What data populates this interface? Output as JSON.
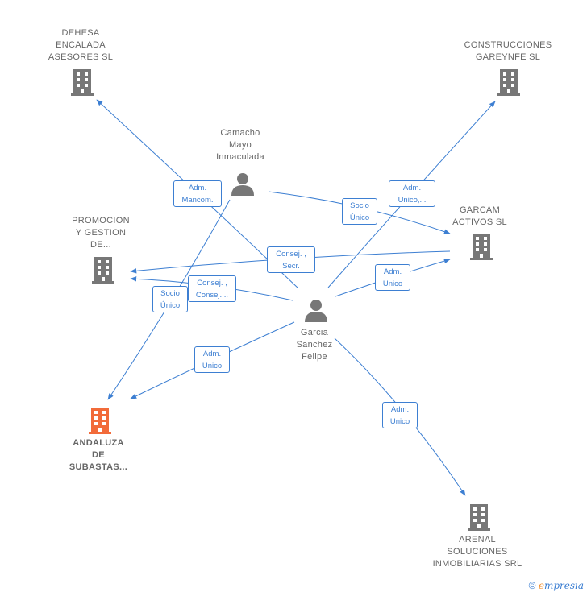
{
  "colors": {
    "edge": "#3d7fd2",
    "company": "#777777",
    "highlight": "#f26b3a",
    "person": "#777777"
  },
  "nodes": {
    "dehesa": {
      "label": "DEHESA\nENCALADA\nASESORES SL",
      "icon": "building-icon"
    },
    "construcciones": {
      "label": "CONSTRUCCIONES\nGAREYNFE SL",
      "icon": "building-icon"
    },
    "camacho": {
      "label": "Camacho\nMayo\nInmaculada",
      "icon": "person-icon"
    },
    "garcam": {
      "label": "GARCAM\nACTIVOS  SL",
      "icon": "building-icon"
    },
    "promocion": {
      "label": "PROMOCION\nY GESTION\nDE...",
      "icon": "building-icon"
    },
    "garcia": {
      "label": "Garcia\nSanchez\nFelipe",
      "icon": "person-icon"
    },
    "andaluza": {
      "label": "ANDALUZA\nDE\nSUBASTAS...",
      "icon": "building-icon"
    },
    "arenal": {
      "label": "ARENAL\nSOLUCIONES\nINMOBILIARIAS SRL",
      "icon": "building-icon"
    }
  },
  "edges": {
    "e1": "Adm.\nMancom.",
    "e2": "Socio\nÚnico",
    "e3": "Adm.\nUnico,...",
    "e4": "Consej. ,\nSecr.",
    "e5": "Adm.\nUnico",
    "e6": "Consej. ,\nConsej....",
    "e7": "Socio\nÚnico",
    "e8": "Adm.\nUnico",
    "e9": "Adm.\nUnico"
  },
  "footer": {
    "copyright": "©",
    "brand_initial": "e",
    "brand_rest": "mpresia"
  }
}
